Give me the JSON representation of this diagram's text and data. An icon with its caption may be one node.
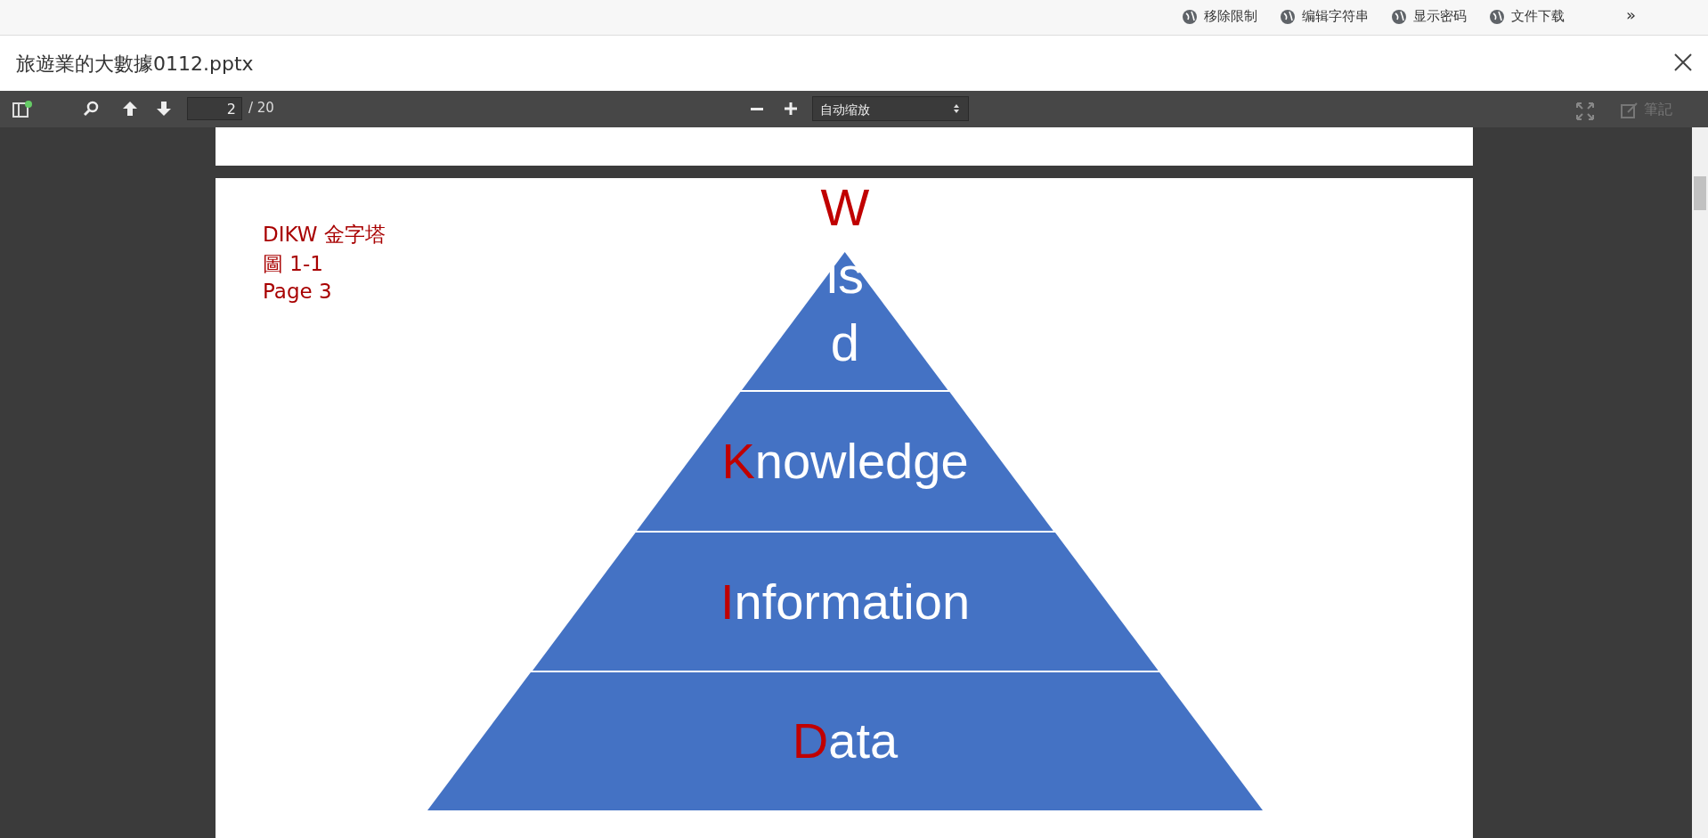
{
  "diagram": {
    "nodes": [
      {
        "text": [
          "W is d"
        ]
      },
      {
        "text": [
          "Knowledge"
        ]
      },
      {
        "text": [
          "Information"
        ]
      },
      {
        "text": [
          "Data"
        ]
      }
    ],
    "labels": [
      "移除限制",
      "编辑字符串",
      "显示密码",
      "文件下载",
      "»",
      "旅遊業的大數據0112.pptx",
      "2",
      "/ 20",
      "自动缩放",
      "筆記",
      "DIKW 金字塔",
      "圖 1-1",
      "Page 3"
    ]
  }
}
